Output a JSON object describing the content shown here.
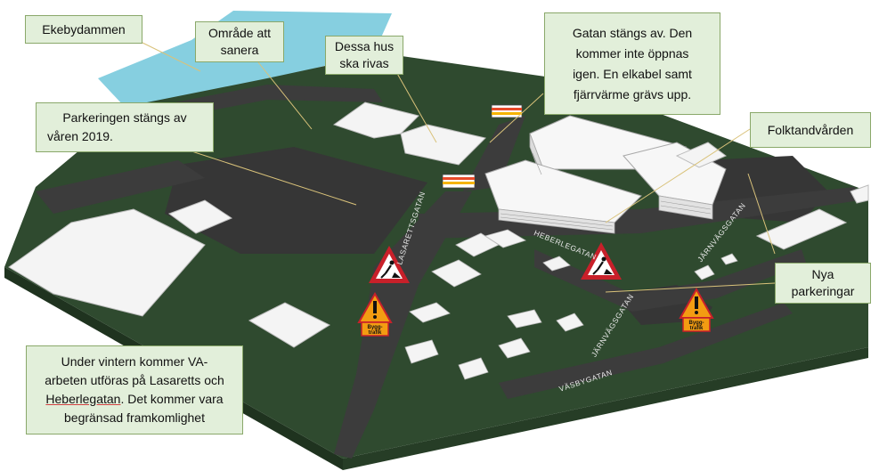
{
  "callouts": {
    "ekebydammen": "Ekebydammen",
    "omrade_line1": "Område att",
    "omrade_line2": "sanera",
    "dessa_line1": "Dessa hus",
    "dessa_line2": "ska rivas",
    "gatan_line1": "Gatan stängs av. Den",
    "gatan_line2": "kommer inte öppnas",
    "gatan_line3": "igen. En elkabel samt",
    "gatan_line4": "fjärrvärme grävs upp.",
    "parkering_line1": "Parkeringen stängs av",
    "parkering_line2": "våren 2019.",
    "folktandvarden": "Folktandvården",
    "nya_line1": "Nya",
    "nya_line2": "parkeringar",
    "vinter_line1": "Under vintern kommer VA-",
    "vinter_line2": "arbeten utföras på Lasaretts och",
    "vinter_line3a": "Heberlegatan",
    "vinter_line3b": ". Det kommer vara",
    "vinter_line4": "begränsad framkomlighet"
  },
  "streets": {
    "lasarettsgatan": "LASARETTSGATAN",
    "heberlegatan": "HEBERLEGATAN",
    "jarnvagsgatan_upper": "JÄRNVÄGSGATAN",
    "jarnvagsgatan_lower": "JÄRNVÄGSGATAN",
    "vasbygatan": "VÄSBYGATAN"
  },
  "signs": {
    "bygg_line1": "Bygg-",
    "bygg_line2": "trafik"
  },
  "colors": {
    "ground": "#2f4a2f",
    "road": "#3a3a3a",
    "building": "#f4f4f4",
    "water": "#86cfe0",
    "callout_fill": "#e2efda",
    "callout_border": "#8aa86a",
    "warning_red": "#c8202a",
    "warning_orange": "#f39c12"
  }
}
